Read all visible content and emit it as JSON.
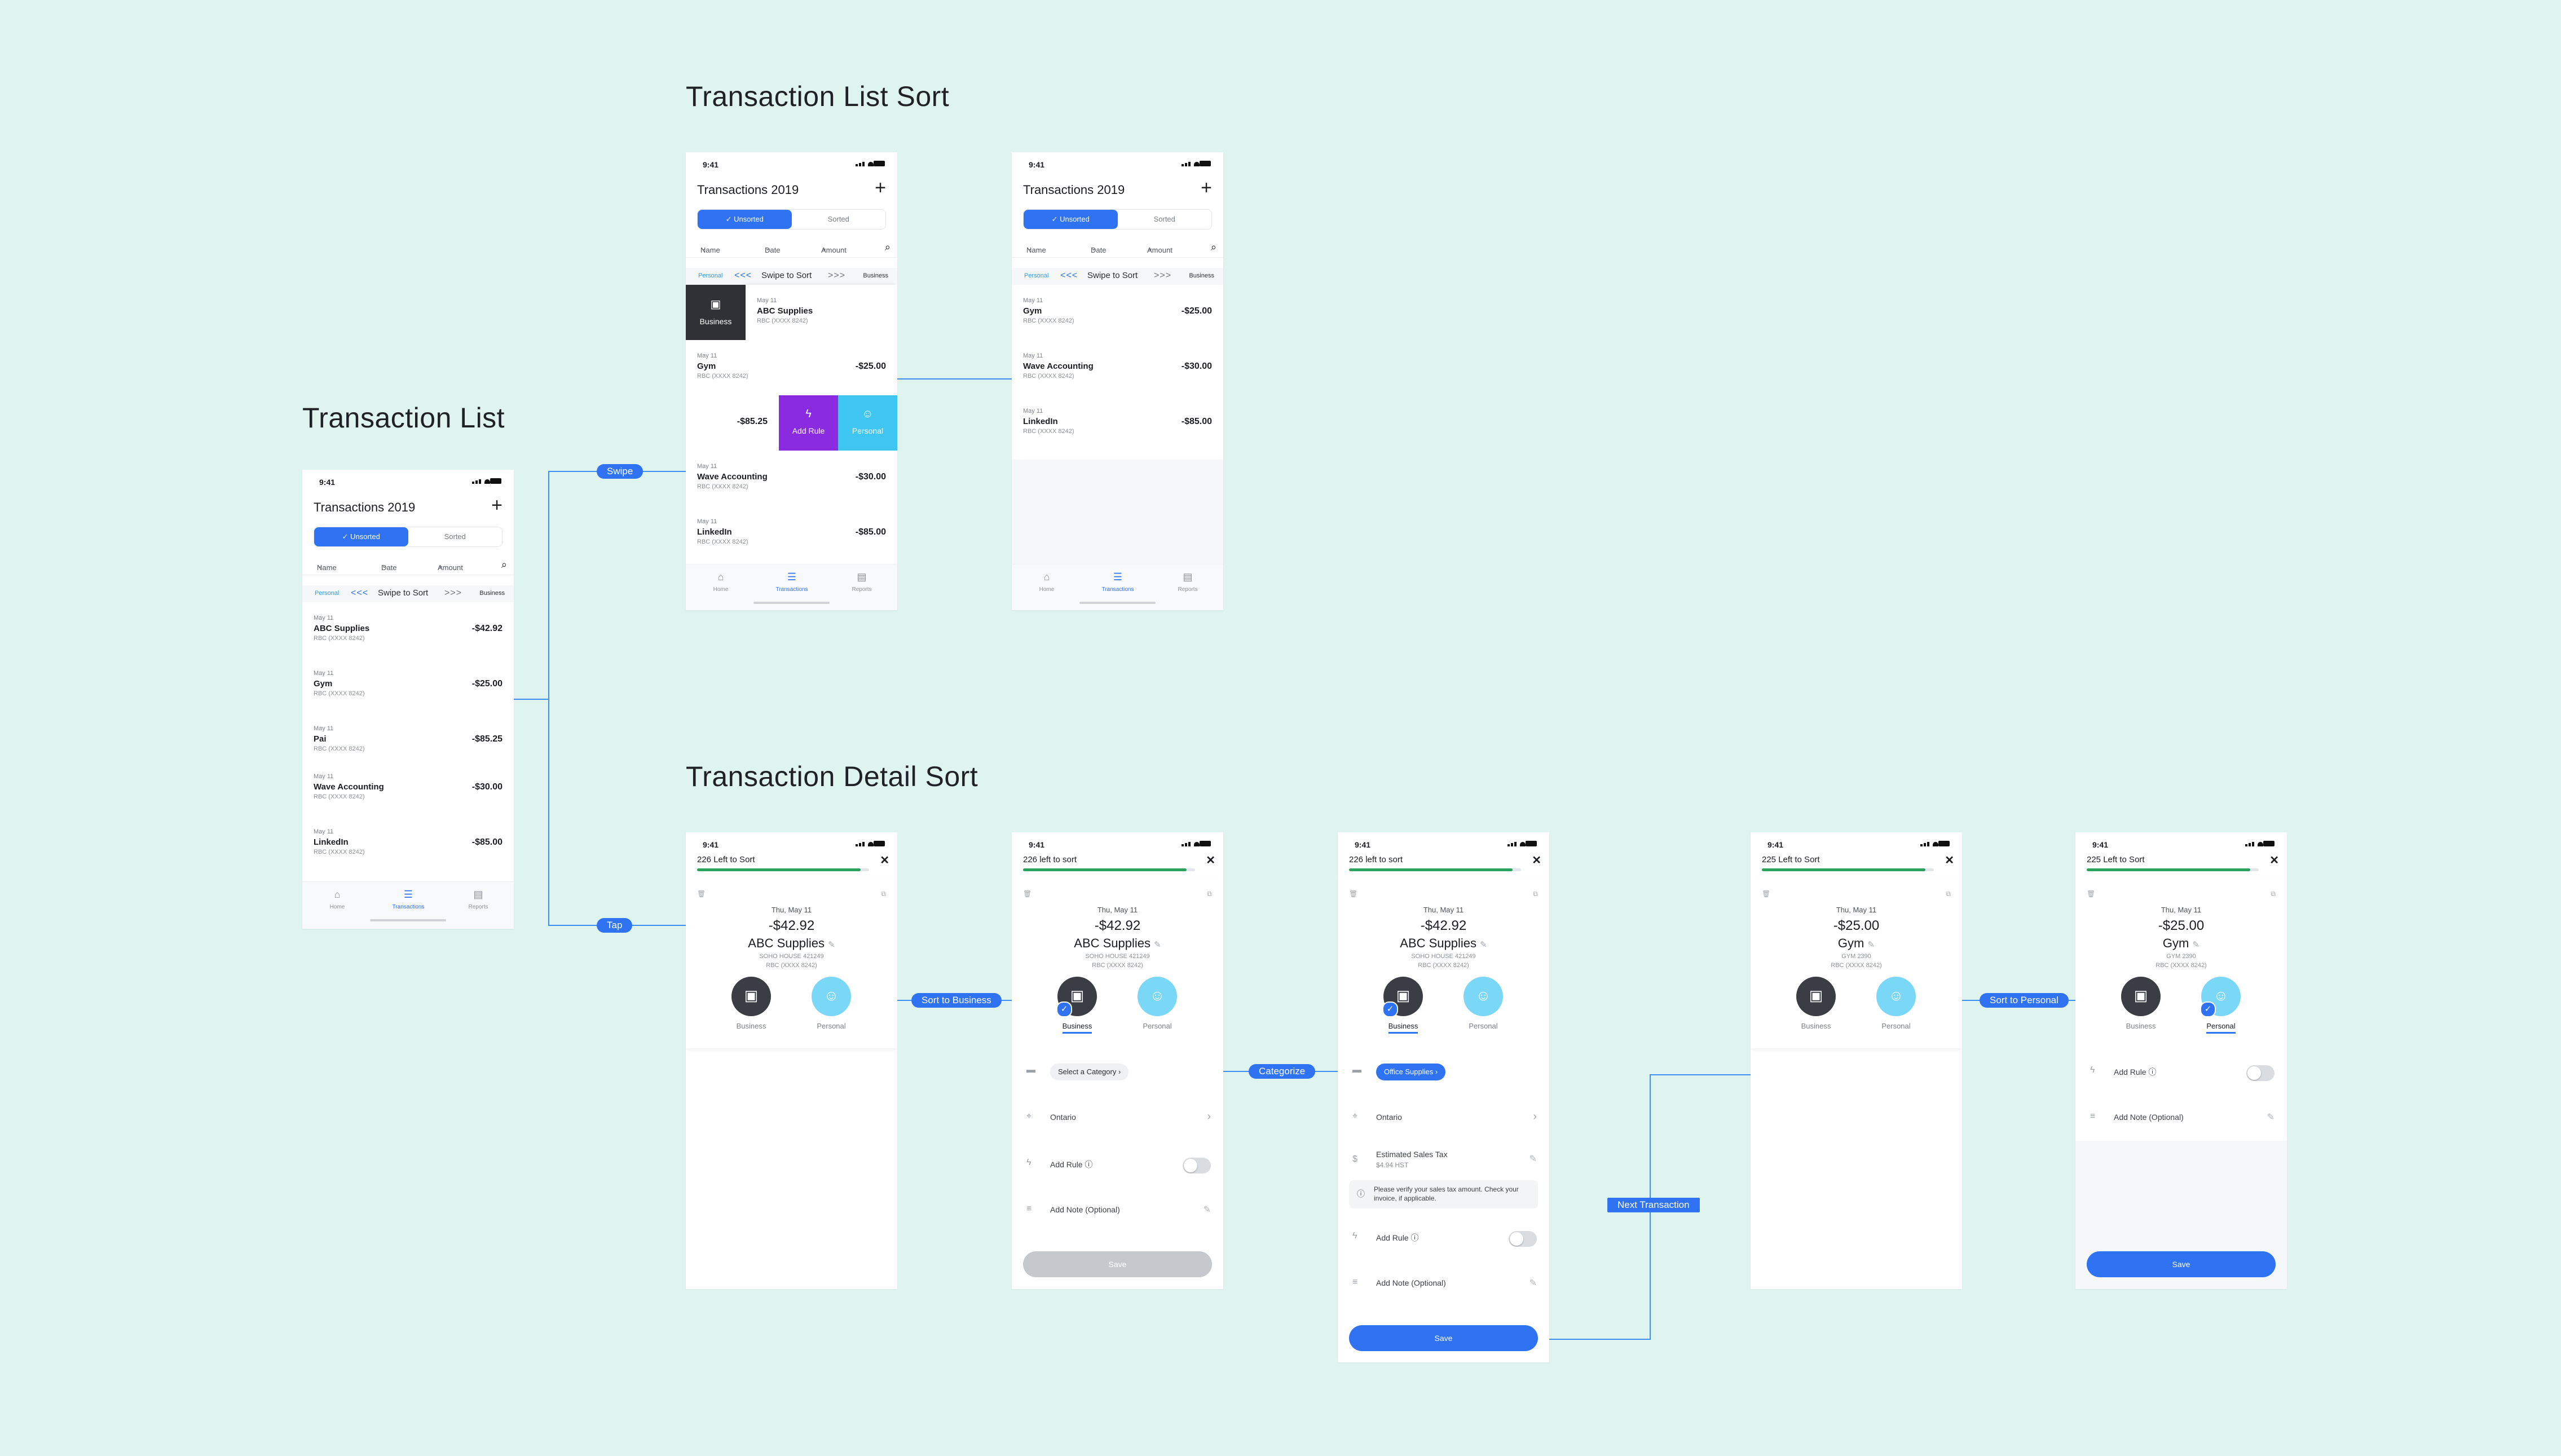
{
  "headings": {
    "transaction_list": "Transaction List",
    "list_sort": "Transaction List Sort",
    "detail_sort": "Transaction Detail Sort"
  },
  "flow_labels": {
    "swipe": "Swipe",
    "tap": "Tap",
    "sort_to_business": "Sort to Business",
    "categorize": "Categorize",
    "next_transaction": "Next Transaction",
    "sort_to_personal": "Sort to Personal"
  },
  "colors": {
    "background": "#dff3ef",
    "accent": "#2f73f2",
    "progress": "#2ea05d",
    "business": "#3a3d44",
    "personal": "#7ad7f6",
    "rule": "#8a2be2"
  },
  "status": {
    "time": "9:41"
  },
  "list": {
    "title": "Transactions 2019",
    "add_icon": "plus-icon",
    "tabs": {
      "unsorted": "Unsorted",
      "sorted": "Sorted"
    },
    "filters": {
      "name": "Name",
      "date": "Date",
      "amount": "Amount"
    },
    "search_icon": "search-icon",
    "swipe_bar": {
      "left": "Personal",
      "center": "Swipe to Sort",
      "right": "Business",
      "left_chevrons": "<<<",
      "right_chevrons": ">>>"
    },
    "actions": {
      "business": "Business",
      "add_rule": "Add Rule",
      "personal": "Personal"
    },
    "nav": {
      "home": "Home",
      "transactions": "Transactions",
      "reports": "Reports"
    }
  },
  "transactions": [
    {
      "date": "May 11",
      "merchant": "ABC Supplies",
      "account": "RBC (XXXX 8242)",
      "amount": "-$42.92"
    },
    {
      "date": "May 11",
      "merchant": "Gym",
      "account": "RBC (XXXX 8242)",
      "amount": "-$25.00"
    },
    {
      "date": "May 11",
      "merchant": "Pai",
      "account": "RBC (XXXX 8242)",
      "amount": "-$85.25"
    },
    {
      "date": "May 11",
      "merchant": "Wave Accounting",
      "account": "RBC (XXXX 8242)",
      "amount": "-$30.00"
    },
    {
      "date": "May 11",
      "merchant": "LinkedIn",
      "account": "RBC (XXXX 8242)",
      "amount": "-$85.00"
    }
  ],
  "detail": {
    "left_226_cap": "226 Left to Sort",
    "left_226": "226 left to sort",
    "left_225": "225 Left to Sort",
    "progress_fraction": 0.95,
    "date": "Thu, May 11",
    "abc": {
      "amount": "-$42.92",
      "merchant": "ABC Supplies",
      "address": "SOHO HOUSE 421249",
      "account": "RBC (XXXX 8242)"
    },
    "gym": {
      "amount": "-$25.00",
      "merchant": "Gym",
      "address": "GYM 2390",
      "account": "RBC (XXXX 8242)"
    },
    "business": "Business",
    "personal": "Personal",
    "select_category": "Select a Category",
    "office_supplies": "Office Supplies",
    "region": "Ontario",
    "add_rule": "Add Rule",
    "add_note": "Add Note (Optional)",
    "tax_label": "Estimated Sales Tax",
    "tax_value": "$4.94 HST",
    "tax_note": "Please verify your sales tax amount. Check your invoice, if applicable.",
    "save": "Save"
  }
}
